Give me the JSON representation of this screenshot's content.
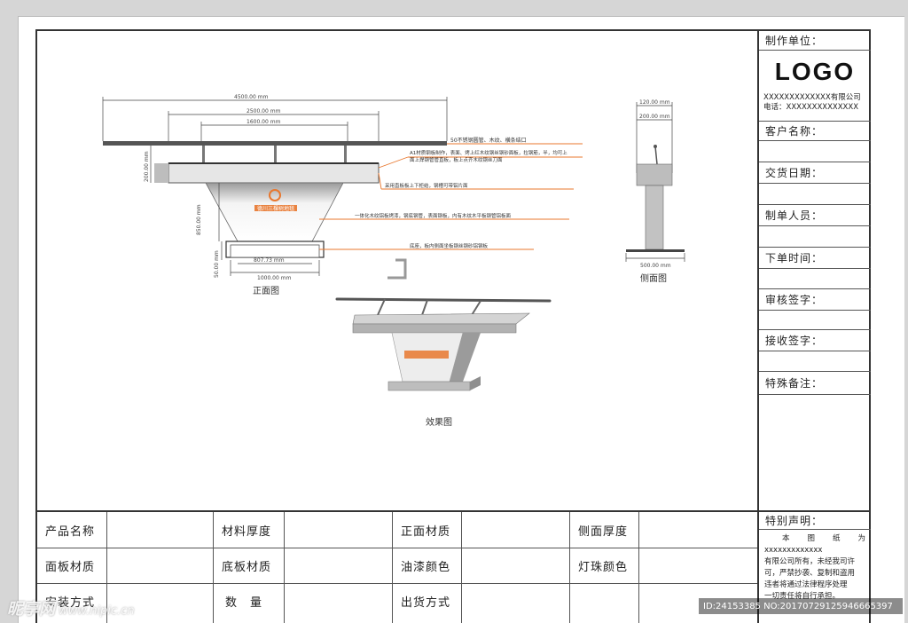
{
  "info": {
    "maker_label": "制作单位：",
    "logo": "LOGO",
    "company_line1": "XXXXXXXXXXXXX有限公司",
    "company_line2": "电话：XXXXXXXXXXXXXX",
    "customer_label": "客户名称：",
    "delivery_date_label": "交货日期：",
    "maker_person_label": "制单人员：",
    "order_time_label": "下单时间：",
    "review_sign_label": "审核签字：",
    "receive_sign_label": "接收签字：",
    "special_note_label": "特殊备注："
  },
  "declaration": {
    "title": "特别声明：",
    "line1": "本图纸为xxxxxxxxxxxxx",
    "line2": "有限公司所有，未经我司许",
    "line3": "可，严禁抄袭、复制和盗用",
    "line4": "违者将通过法律程序处理",
    "line5": "一切责任将自行承担。"
  },
  "table": {
    "r1c1": "产品名称",
    "r1c2": "材料厚度",
    "r1c3": "正面材质",
    "r1c4": "侧面厚度",
    "r2c1": "面板材质",
    "r2c2": "底板材质",
    "r2c3": "油漆颜色",
    "r2c4": "灯珠颜色",
    "r3c1": "安装方式",
    "r3c2": "数　量",
    "r3c3": "出货方式"
  },
  "drawing": {
    "dim_total": "4500.00 mm",
    "dim_top": "2500.00 mm",
    "dim_mid": "1600.00 mm",
    "dim_bottom_inner": "807.73 mm",
    "dim_bottom": "1000.00 mm",
    "dim_height_top": "200.00 mm",
    "dim_height_body": "850.00 mm",
    "dim_height_base": "50.00 mm",
    "dim_side_top": "120.00 mm",
    "dim_side_mid": "200.00 mm",
    "dim_side_bottom": "500.00 mm",
    "note1": "50不锈钢圆管、木纹、横条结口",
    "note2": "A1材质钢板制作，表面、烤上红木纹钢丝钢砂面板，拉钢筋，半，均可上",
    "note2b": "面上焊钢管管直板，板上点齐木纹钢丝刀面",
    "note3": "采用直板板上下柜结，钢槽可带铝片面",
    "note4": "一体化木纹铝板烤漆，钢底钢管，表面钢板，内有木纹木平板钢管铝板面",
    "note5": "底座，板内侧面坐板钢丝钢砂铝钢板",
    "caption_front": "正面图",
    "caption_side": "侧面图",
    "caption_effect": "效果图",
    "brand_text": "德川三棵树地毯"
  },
  "watermarks": {
    "left": "昵享网",
    "left_url": "www.nipic.cn",
    "right": "ID:24153385 NO:20170729125946665397"
  },
  "colors": {
    "accent": "#e8772e",
    "line": "#333333",
    "gray": "#b5b5b5"
  }
}
